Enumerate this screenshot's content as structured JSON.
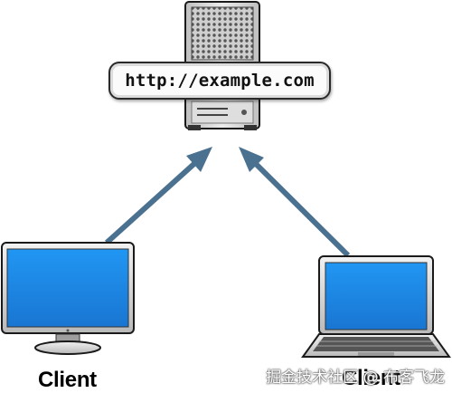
{
  "server": {
    "url": "http://example.com"
  },
  "clients": [
    {
      "label": "Client",
      "device": "desktop-monitor"
    },
    {
      "label": "Client",
      "device": "laptop"
    }
  ],
  "watermark": "掘金技术社区 @ 布客飞龙",
  "colors": {
    "arrow": "#4b7190",
    "screen": "#1e88e5",
    "device_body": "#d9d9d9",
    "outline": "#1a1a1a"
  }
}
